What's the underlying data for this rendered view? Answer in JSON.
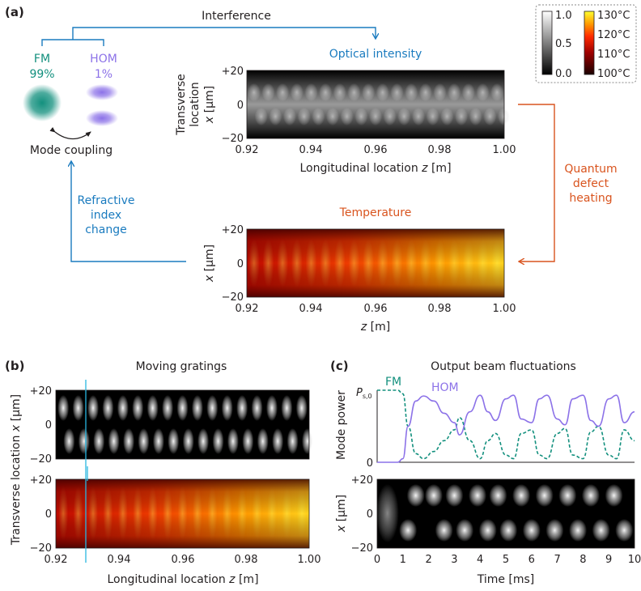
{
  "colors": {
    "blue": "#1a7bbf",
    "orange": "#d9541e",
    "teal": "#13907e",
    "purple": "#8c72e8",
    "cyan": "#29b6e0",
    "text": "#231f20"
  },
  "colorbars": {
    "gray": {
      "ticks": [
        "1.0",
        "0.5",
        "0.0"
      ],
      "min": 0.0,
      "max": 1.0
    },
    "heat": {
      "ticks": [
        "130°C",
        "120°C",
        "110°C",
        "100°C"
      ],
      "min": 100,
      "max": 130
    }
  },
  "panel_a": {
    "label": "(a)",
    "interference": "Interference",
    "fm_label": "FM",
    "fm_percent": "99%",
    "hom_label": "HOM",
    "hom_percent": "1%",
    "mode_coupling": "Mode coupling",
    "refractive_index_change": [
      "Refractive",
      "index",
      "change"
    ],
    "quantum_defect_heating": [
      "Quantum",
      "defect",
      "heating"
    ],
    "optical_intensity": {
      "title": "Optical intensity",
      "ylabel_lines": [
        "Transverse",
        "location"
      ],
      "ylabel_var": "x",
      "ylabel_unit": " [µm]",
      "xlabel_text": "Longitudinal location ",
      "xlabel_var": "z",
      "xlabel_unit": " [m]",
      "yticks": [
        "+20",
        "0",
        "−20"
      ],
      "xticks": [
        "0.92",
        "0.94",
        "0.96",
        "0.98",
        "1.00"
      ]
    },
    "temperature": {
      "title": "Temperature",
      "ylabel_var": "x",
      "ylabel_unit": " [µm]",
      "xlabel_var": "z",
      "xlabel_unit": " [m]",
      "yticks": [
        "+20",
        "0",
        "−20"
      ],
      "xticks": [
        "0.92",
        "0.94",
        "0.96",
        "0.98",
        "1.00"
      ]
    }
  },
  "panel_b": {
    "label": "(b)",
    "title": "Moving gratings",
    "ylabel_text": "Transverse location ",
    "ylabel_var": "x",
    "ylabel_unit": " [µm]",
    "xlabel_text": "Longitudinal location ",
    "xlabel_var": "z",
    "xlabel_unit": " [m]",
    "yticks": [
      "+20",
      "0",
      "−20"
    ],
    "xticks": [
      "0.92",
      "0.94",
      "0.96",
      "0.98",
      "1.00"
    ]
  },
  "panel_c": {
    "label": "(c)",
    "title": "Output beam fluctuations",
    "fm_label": "FM",
    "hom_label": "HOM",
    "ps0_main": "P",
    "ps0_sub": "s,0",
    "power_ytick_zero": "0",
    "ylabel_power": "Mode power",
    "ylabel_x_var": "x",
    "ylabel_x_unit": " [µm]",
    "yticks": [
      "+20",
      "0",
      "−20"
    ],
    "xticks": [
      "0",
      "1",
      "2",
      "3",
      "4",
      "5",
      "6",
      "7",
      "8",
      "9",
      "10"
    ],
    "xlabel": "Time [ms]"
  },
  "chart_data": {
    "type": "line",
    "x_label": "Time [ms]",
    "y_label": "Mode power",
    "xlim": [
      0,
      10
    ],
    "series": [
      {
        "name": "FM",
        "style": "dashed",
        "color": "#13907e",
        "x": [
          0,
          0.8,
          1.0,
          1.2,
          1.5,
          1.8,
          2.2,
          2.6,
          3.0,
          3.2,
          3.6,
          4.0,
          4.3,
          4.6,
          5.0,
          5.3,
          5.6,
          6.0,
          6.3,
          6.6,
          7.0,
          7.3,
          7.6,
          8.0,
          8.3,
          8.6,
          9.0,
          9.3,
          9.6,
          10.0
        ],
        "y": [
          1.0,
          1.0,
          0.95,
          0.5,
          0.12,
          0.05,
          0.15,
          0.3,
          0.45,
          0.62,
          0.3,
          0.05,
          0.3,
          0.4,
          0.1,
          0.05,
          0.4,
          0.45,
          0.1,
          0.05,
          0.4,
          0.47,
          0.1,
          0.05,
          0.42,
          0.5,
          0.1,
          0.05,
          0.45,
          0.3
        ]
      },
      {
        "name": "HOM",
        "style": "solid",
        "color": "#8c72e8",
        "x": [
          0,
          0.8,
          1.0,
          1.2,
          1.5,
          1.8,
          2.2,
          2.6,
          3.0,
          3.2,
          3.6,
          4.0,
          4.3,
          4.6,
          5.0,
          5.3,
          5.6,
          6.0,
          6.3,
          6.6,
          7.0,
          7.3,
          7.6,
          8.0,
          8.3,
          8.6,
          9.0,
          9.3,
          9.6,
          10.0
        ],
        "y": [
          0.0,
          0.0,
          0.05,
          0.5,
          0.85,
          0.92,
          0.85,
          0.68,
          0.55,
          0.38,
          0.7,
          0.93,
          0.7,
          0.58,
          0.88,
          0.93,
          0.6,
          0.55,
          0.88,
          0.93,
          0.6,
          0.52,
          0.88,
          0.93,
          0.58,
          0.5,
          0.88,
          0.93,
          0.55,
          0.7
        ]
      }
    ]
  }
}
